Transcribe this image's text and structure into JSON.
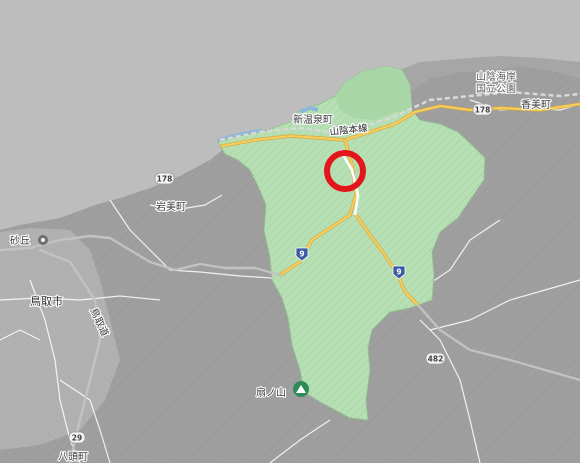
{
  "map": {
    "colors": {
      "sea": "#b8b8b8",
      "land": "#9e9e9e",
      "highlight_area": "#b7e1b5",
      "highlight_border": "#7cb67a",
      "primary_road": "#f3c24f",
      "marker_ring": "#e3161d",
      "national_route_shield": "#3b5ba5"
    },
    "marker": {
      "name": "location-marker",
      "shape": "red ring"
    },
    "labels": {
      "park_line1": "山陰海岸",
      "park_line2": "国立公園",
      "shin_onsen": "新温泉町",
      "sanin_line": "山陰本線",
      "kami_town": "香美町",
      "iwami": "岩美町",
      "sakyu": "砂丘",
      "tottori_city": "鳥取市",
      "tottori_road": "鳥取道",
      "hachito": "八頭町",
      "ogino": "扇ノ山"
    },
    "routes": [
      "178",
      "178",
      "9",
      "9",
      "482",
      "29"
    ]
  }
}
